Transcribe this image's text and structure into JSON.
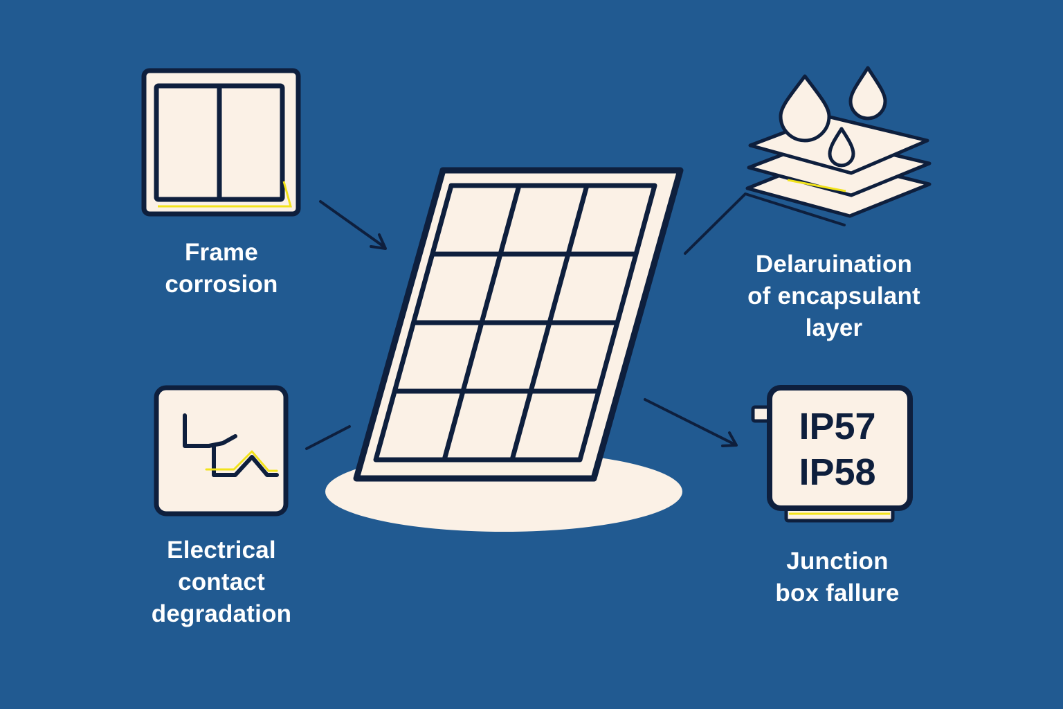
{
  "colors": {
    "background": "#215a91",
    "outline": "#0e1f3d",
    "fill": "#fbf1e6",
    "accent": "#f2e31b"
  },
  "icons": [
    "frame-icon",
    "solar-panel-icon",
    "water-drop-layers-icon",
    "electrical-contact-icon",
    "junction-box-icon"
  ],
  "labels": {
    "frame": [
      "Frame",
      "corrosion"
    ],
    "delamination": [
      "Delaruination",
      "of encapsulant",
      "layer"
    ],
    "electrical": [
      "Electrical",
      "contact",
      "degradation"
    ],
    "junction": [
      "Junction",
      "box fallure"
    ]
  },
  "junction_box": {
    "ratings": [
      "IP57",
      "IP58"
    ]
  }
}
